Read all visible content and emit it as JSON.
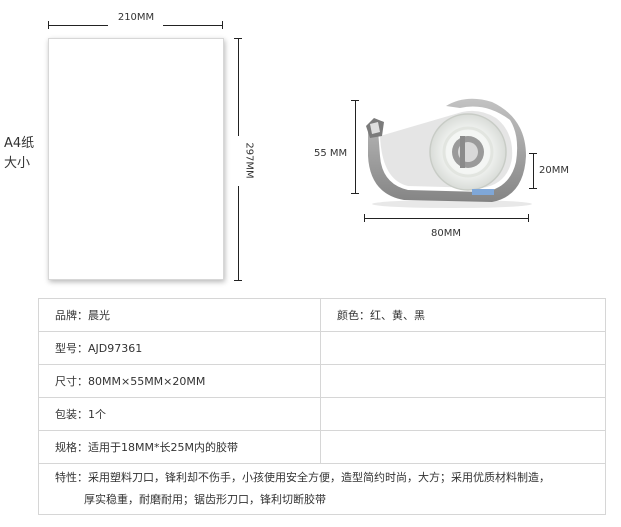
{
  "paper_figure": {
    "width_label": "210MM",
    "height_label": "297MM",
    "caption_line1": "A4纸",
    "caption_line2": "大小"
  },
  "dispenser_figure": {
    "height_label": "55 MM",
    "depth_label": "20MM",
    "width_label": "80MM",
    "icon": "tape-dispenser-icon"
  },
  "specs": {
    "brand": "品牌：晨光",
    "color": "颜色：红、黄、黑",
    "model": "型号：AJD97361",
    "size": "尺寸：80MM×55MM×20MM",
    "package": "包装：1个",
    "spec": "规格：适用于18MM*长25M内的胶带",
    "features_line1": "特性：采用塑料刀口，锋利却不伤手，小孩使用安全方便，造型简约时尚，大方；采用优质材料制造，",
    "features_line2": "厚实稳重，耐磨耐用；锯齿形刀口，锋利切断胶带"
  },
  "colors": {
    "text": "#333333",
    "border": "#d6d6d6",
    "dispenser_body": "#8a8a8a"
  }
}
